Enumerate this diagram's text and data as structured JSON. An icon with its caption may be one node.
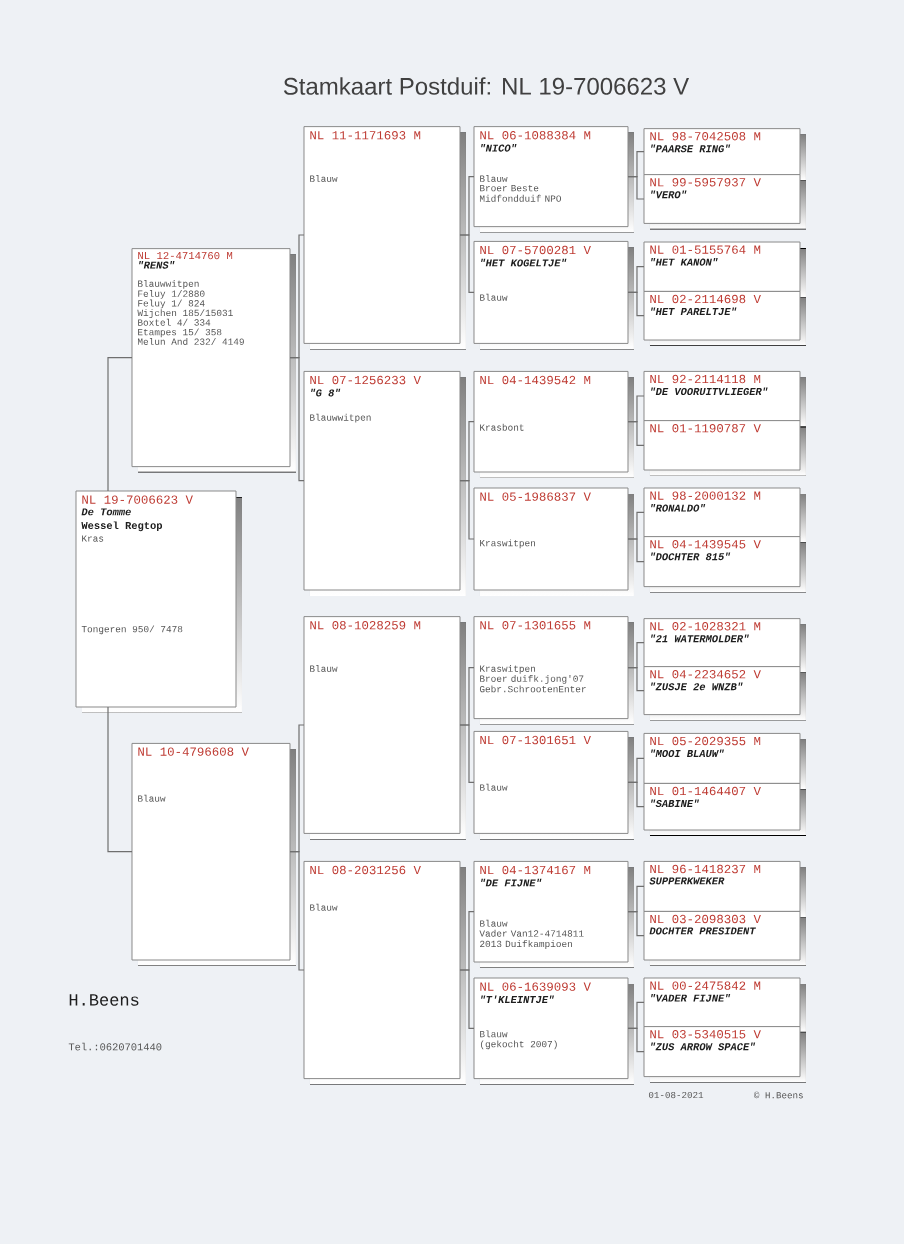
{
  "diagram": {
    "title": "Stamkaart Postduif: NL 19-7006623 V",
    "nodes": [
      {
        "text": [
          "NL 19-7006623 V",
          "De Tomme",
          "Wessel Regtop",
          "Kras",
          "Tongeren 950/ 7478"
        ]
      },
      {
        "text": [
          "NL 12-4714760 M",
          "\"RENS\"",
          "Blauwwitpen",
          "Feluy 1/2880",
          "Feluy 1/ 824",
          "Wijchen 185/15031",
          "Boxtel 4/ 334",
          "Etampes 15/ 358",
          "Melun And 232/ 4149"
        ]
      },
      {
        "text": [
          "NL 10-4796608 V",
          "Blauw"
        ]
      },
      {
        "text": [
          "NL 11-1171693 M",
          "Blauw"
        ]
      },
      {
        "text": [
          "NL 07-1256233 V",
          "\"G 8\"",
          "Blauwwitpen"
        ]
      },
      {
        "text": [
          "NL 08-1028259 M",
          "Blauw"
        ]
      },
      {
        "text": [
          "NL 08-2031256 V",
          "Blauw"
        ]
      },
      {
        "text": [
          "NL 06-1088384 M",
          "\"NICO\"",
          "Blauw",
          "Broer Beste Midfondduif NPO"
        ]
      },
      {
        "text": [
          "NL 07-5700281 V",
          "\"HET KOGELTJE\"",
          "Blauw"
        ]
      },
      {
        "text": [
          "NL 04-1439542 M",
          "Krasbont"
        ]
      },
      {
        "text": [
          "NL 05-1986837 V",
          "Kraswitpen"
        ]
      },
      {
        "text": [
          "NL 07-1301655 M",
          "Kraswitpen",
          "Broer duifk.jong'07 Gebr.SchrootenEnter"
        ]
      },
      {
        "text": [
          "NL 07-1301651 V",
          "Blauw"
        ]
      },
      {
        "text": [
          "NL 04-1374167 M",
          "\"DE FIJNE\"",
          "Blauw",
          "Vader Van12-4714811 2013 Duifkampioen"
        ]
      },
      {
        "text": [
          "NL 06-1639093 V",
          "\"T'KLEINTJE\"",
          "Blauw",
          "(gekocht 2007)"
        ]
      },
      {
        "text": [
          "NL 98-7042508 M",
          "\"PAARSE RING\""
        ]
      },
      {
        "text": [
          "NL 99-5957937 V",
          "\"VERO\""
        ]
      },
      {
        "text": [
          "NL 01-5155764 M",
          "\"HET KANON\""
        ]
      },
      {
        "text": [
          "NL 02-2114698 V",
          "\"HET PARELTJE\""
        ]
      },
      {
        "text": [
          "NL 92-2114118 M",
          "\"DE VOORUITVLIEGER\""
        ]
      },
      {
        "text": [
          "NL 01-1190787 V"
        ]
      },
      {
        "text": [
          "NL 98-2000132 M",
          "\"RONALDO\""
        ]
      },
      {
        "text": [
          "NL 04-1439545 V",
          "\"DOCHTER 815\""
        ]
      },
      {
        "text": [
          "NL 02-1028321 M",
          "\"21 WATERMOLDER\""
        ]
      },
      {
        "text": [
          "NL 04-2234652 V",
          "\"ZUSJE 2e WNZB\""
        ]
      },
      {
        "text": [
          "NL 05-2029355 M",
          "\"MOOI BLAUW\""
        ]
      },
      {
        "text": [
          "NL 01-1464407 V",
          "\"SABINE\""
        ]
      },
      {
        "text": [
          "NL 96-1418237 M",
          "SUPPERKWEKER"
        ]
      },
      {
        "text": [
          "NL 03-2098303 V",
          "DOCHTER PRESIDENT"
        ]
      },
      {
        "text": [
          "NL 00-2475842 M",
          "\"VADER FIJNE\""
        ]
      },
      {
        "text": [
          "NL 03-5340515 V",
          "\"ZUS ARROW SPACE\""
        ]
      }
    ],
    "edges": [
      {
        "from": 0,
        "to": 1,
        "arrow": "none"
      },
      {
        "from": 0,
        "to": 2,
        "arrow": "none"
      },
      {
        "from": 1,
        "to": 3,
        "arrow": "none"
      },
      {
        "from": 1,
        "to": 4,
        "arrow": "none"
      },
      {
        "from": 2,
        "to": 5,
        "arrow": "none"
      },
      {
        "from": 2,
        "to": 6,
        "arrow": "none"
      },
      {
        "from": 3,
        "to": 7,
        "arrow": "none"
      },
      {
        "from": 3,
        "to": 8,
        "arrow": "none"
      },
      {
        "from": 4,
        "to": 9,
        "arrow": "none"
      },
      {
        "from": 4,
        "to": 10,
        "arrow": "none"
      },
      {
        "from": 5,
        "to": 11,
        "arrow": "none"
      },
      {
        "from": 5,
        "to": 12,
        "arrow": "none"
      },
      {
        "from": 6,
        "to": 13,
        "arrow": "none"
      },
      {
        "from": 6,
        "to": 14,
        "arrow": "none"
      },
      {
        "from": 7,
        "to": 15,
        "arrow": "none"
      },
      {
        "from": 7,
        "to": 16,
        "arrow": "none"
      },
      {
        "from": 8,
        "to": 17,
        "arrow": "none"
      },
      {
        "from": 8,
        "to": 18,
        "arrow": "none"
      },
      {
        "from": 9,
        "to": 19,
        "arrow": "none"
      },
      {
        "from": 9,
        "to": 20,
        "arrow": "none"
      },
      {
        "from": 10,
        "to": 21,
        "arrow": "none"
      },
      {
        "from": 10,
        "to": 22,
        "arrow": "none"
      },
      {
        "from": 11,
        "to": 23,
        "arrow": "none"
      },
      {
        "from": 11,
        "to": 24,
        "arrow": "none"
      },
      {
        "from": 12,
        "to": 25,
        "arrow": "none"
      },
      {
        "from": 12,
        "to": 26,
        "arrow": "none"
      },
      {
        "from": 13,
        "to": 27,
        "arrow": "none"
      },
      {
        "from": 13,
        "to": 28,
        "arrow": "none"
      },
      {
        "from": 14,
        "to": 29,
        "arrow": "none"
      },
      {
        "from": 14,
        "to": 30,
        "arrow": "none"
      }
    ],
    "labels": [
      "H.Beens",
      "Tel.:0620701440",
      "01-08-2021",
      "© H.Beens"
    ]
  }
}
